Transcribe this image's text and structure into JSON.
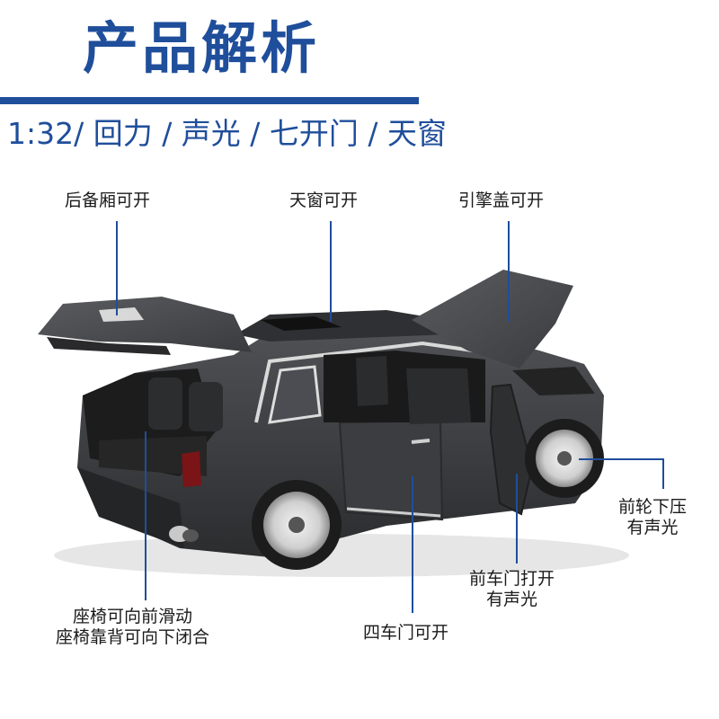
{
  "header": {
    "title": "产品解析",
    "subtitle": "1:32/ 回力 / 声光 / 七开门 / 天窗"
  },
  "features": {
    "trunk": "后备厢可开",
    "sunroof": "天窗可开",
    "hood": "引擎盖可开",
    "front_wheel_line1": "前轮下压",
    "front_wheel_line2": "有声光",
    "front_door_line1": "前车门打开",
    "front_door_line2": "有声光",
    "seat_line1": "座椅可向前滑动",
    "seat_line2": "座椅靠背可向下闭合",
    "four_doors": "四车门可开"
  },
  "colors": {
    "accent": "#1f4e9b",
    "car_body": "#3a3b3d"
  }
}
